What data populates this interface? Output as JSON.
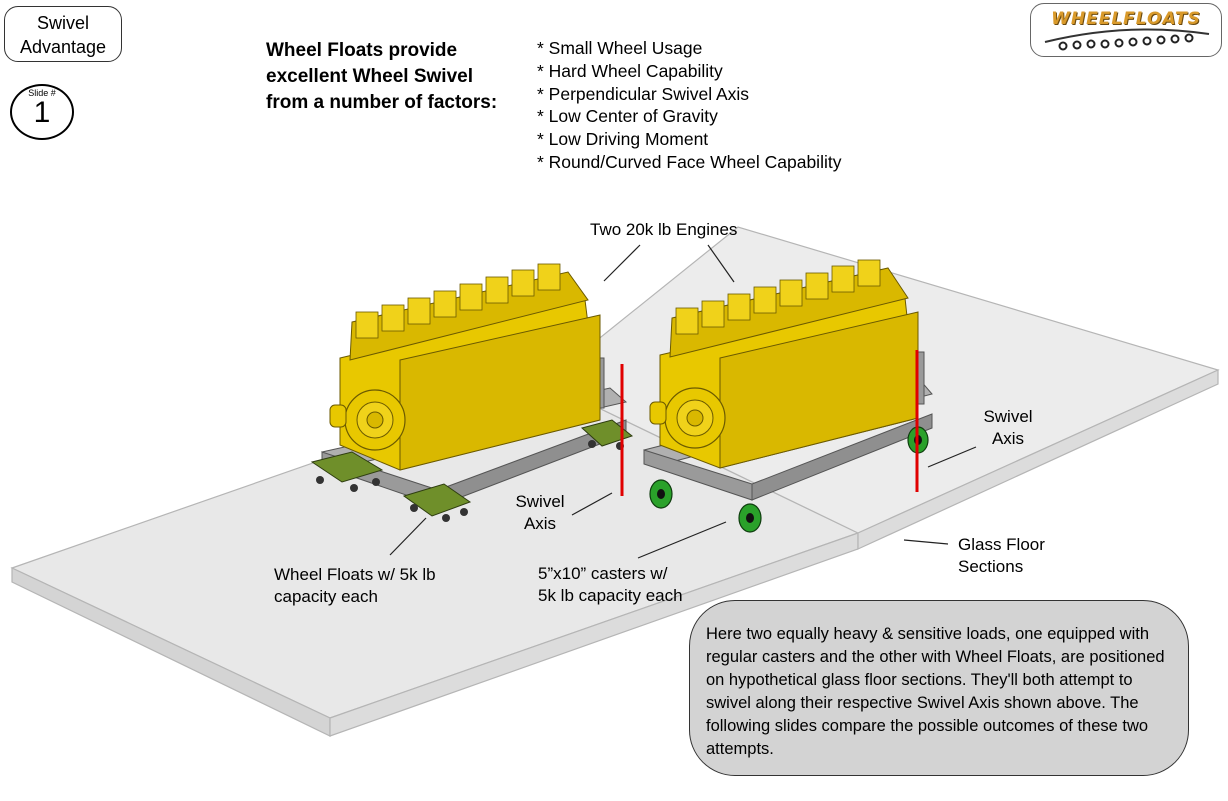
{
  "header": {
    "topic_lines": [
      "Swivel",
      "Advantage"
    ],
    "slide_label": "Slide #",
    "slide_number": "1",
    "logo_text": "WHEELFLOATS"
  },
  "intro": {
    "headline_lines": [
      "Wheel Floats provide",
      "excellent Wheel Swivel",
      "from a number of factors:"
    ],
    "factors": [
      "* Small Wheel Usage",
      "* Hard Wheel Capability",
      "* Perpendicular Swivel Axis",
      "* Low Center of Gravity",
      "* Low Driving Moment",
      "* Round/Curved Face Wheel Capability"
    ]
  },
  "callouts": {
    "engines": "Two 20k lb Engines",
    "swivel_axis_right": [
      "Swivel",
      "Axis"
    ],
    "swivel_axis_left": [
      "Swivel",
      "Axis"
    ],
    "wheel_floats": [
      "Wheel Floats w/ 5k lb",
      "capacity each"
    ],
    "casters": [
      "5”x10” casters w/",
      "5k lb capacity each"
    ],
    "glass_floor": [
      "Glass Floor",
      "Sections"
    ]
  },
  "description": "Here two equally heavy & sensitive loads, one equipped with regular casters and the other with Wheel Floats, are positioned on hypothetical glass floor sections.  They'll both attempt to swivel along their respective Swivel Axis shown above.  The following slides compare the possible outcomes of these two attempts.",
  "colors": {
    "engine_yellow": "#e8c800",
    "engine_shadow": "#b39400",
    "frame_gray": "#9a9a9a",
    "caster_green": "#2aa12a",
    "float_green": "#6f8f2a",
    "axis_red": "#e00000",
    "glass": "#e6e6e6",
    "desc_box": "#d3d3d3"
  }
}
